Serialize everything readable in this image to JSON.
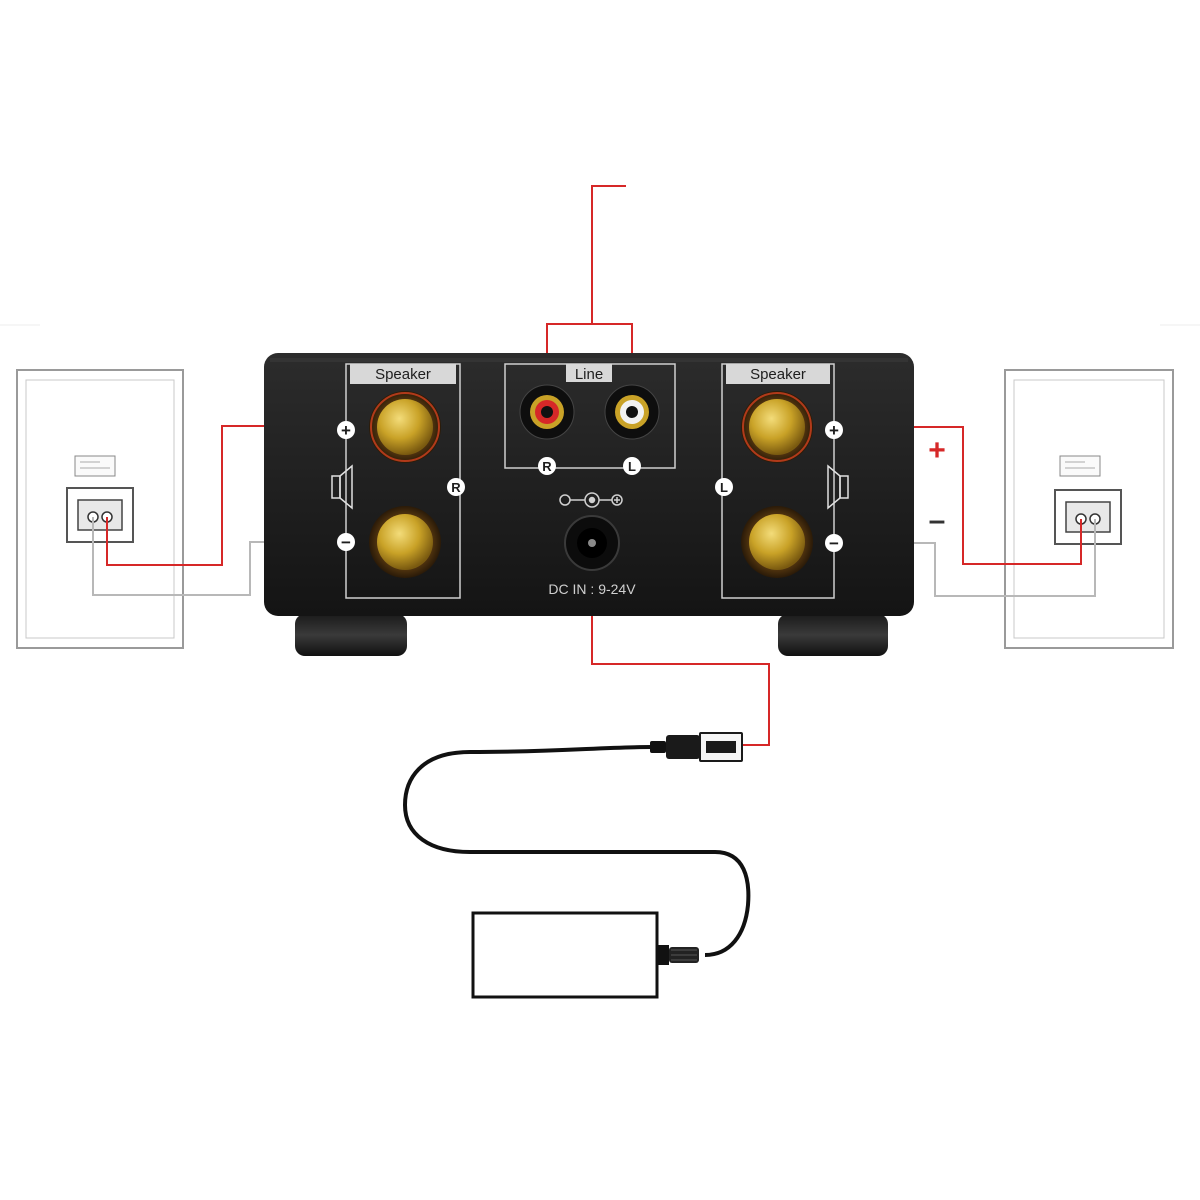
{
  "amplifier": {
    "right_panel_label": "Speaker",
    "line_panel_label": "Line",
    "left_panel_label": "Speaker",
    "right_channel_letter": "R",
    "left_channel_letter": "L",
    "rca_right_letter": "R",
    "rca_left_letter": "L",
    "plus_symbol": "+",
    "minus_symbol": "−",
    "dc_label": "DC IN : 9-24V"
  },
  "polarity": {
    "plus": "+",
    "minus": "–"
  },
  "colors": {
    "wire_positive": "#d62828",
    "wire_negative": "#b8b8b8",
    "amp_body": "#1e1e1e",
    "gold": "#c9a227",
    "rca_red": "#d62828",
    "rca_white": "#f2f2f2"
  },
  "icons": {
    "speaker_symbol": "speaker-symbol-icon",
    "dc_polarity": "dc-polarity-icon",
    "usb_plug": "usb-plug-icon",
    "power_adapter": "power-adapter-icon"
  }
}
